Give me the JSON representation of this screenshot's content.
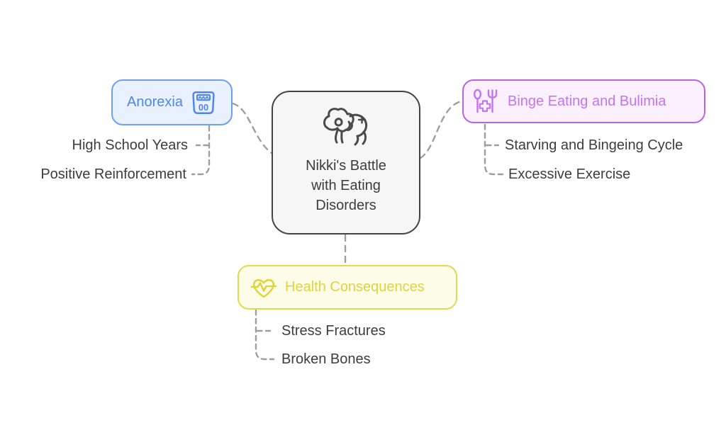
{
  "diagram": {
    "type": "mindmap",
    "canvas_background": "#ffffff",
    "connector_color": "#9e9e9e",
    "child_text_color": "#3d3d3d",
    "center_node": {
      "full_label": "Nikki's Battle with Eating Disorders",
      "lines": [
        "Nikki's Battle",
        "with Eating",
        "Disorders"
      ],
      "icon": "pony-icon",
      "border_color": "#434343",
      "background": "#f6f6f6",
      "text_color": "#3d3d3d"
    },
    "branches": [
      {
        "id": "anorexia",
        "label": "Anorexia",
        "icon": "weighing-scale-icon",
        "icon_display": "00",
        "text_color": "#4e86ec",
        "border_color": "#6f9ff2",
        "background": "#e9f1fe",
        "children": [
          "High School Years",
          "Positive Reinforcement"
        ]
      },
      {
        "id": "binge-eating-and-bulimia",
        "label": "Binge Eating and Bulimia",
        "icon": "spoon-fork-plus-icon",
        "text_color": "#c475ec",
        "border_color": "#bd64da",
        "background": "#fbf0fe",
        "children": [
          "Starving and Bingeing Cycle",
          "Excessive Exercise"
        ]
      },
      {
        "id": "health-consequences",
        "label": "Health Consequences",
        "icon": "heart-pulse-icon",
        "text_color": "#ded43c",
        "border_color": "#e2d94f",
        "background": "#fdfce9",
        "children": [
          "Stress Fractures",
          "Broken Bones"
        ]
      }
    ]
  }
}
